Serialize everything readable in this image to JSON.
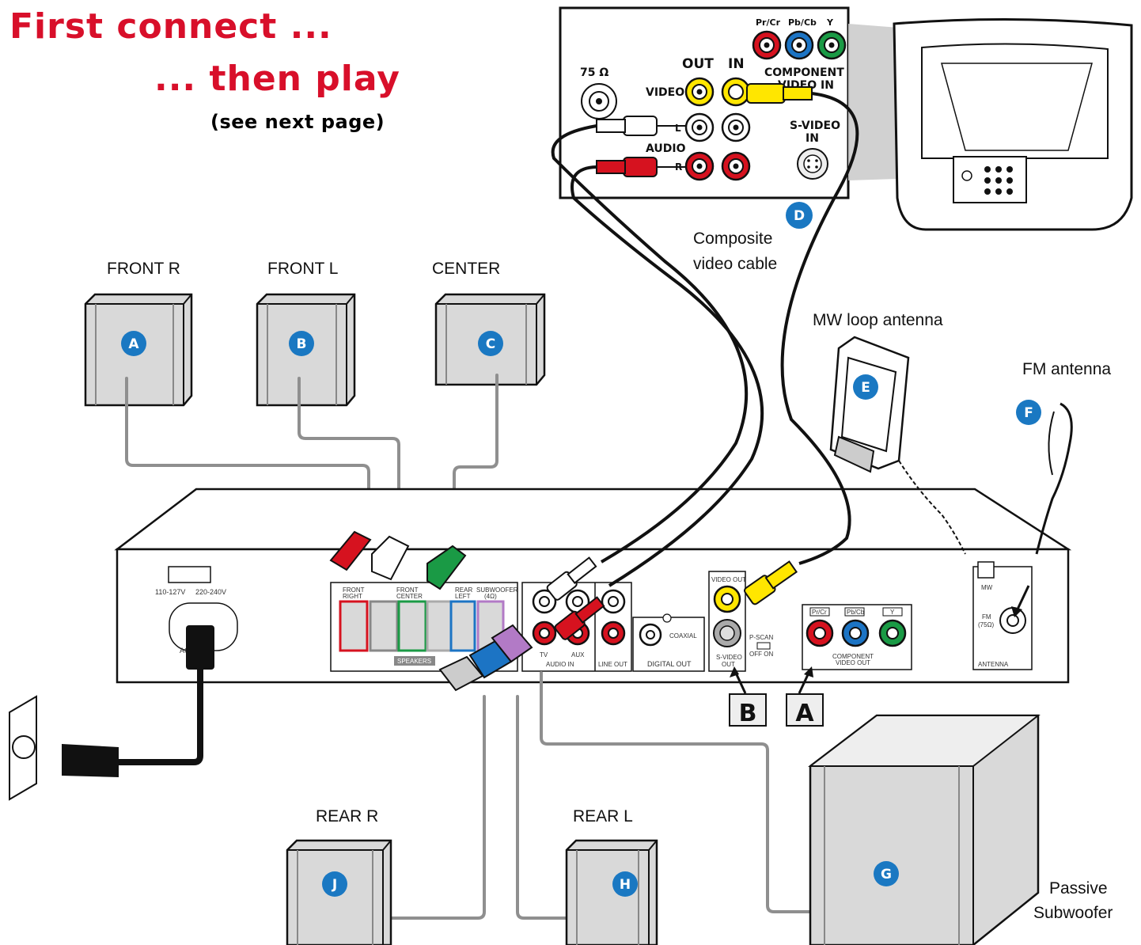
{
  "title": {
    "line1": "First connect ...",
    "line2": "... then play",
    "line3": "(see next page)"
  },
  "speakers": {
    "front_r": {
      "label": "FRONT R",
      "marker": "A"
    },
    "front_l": {
      "label": "FRONT L",
      "marker": "B"
    },
    "center": {
      "label": "CENTER",
      "marker": "C"
    },
    "rear_r": {
      "label": "REAR R",
      "marker": "J"
    },
    "rear_l": {
      "label": "REAR L",
      "marker": "H"
    },
    "subwoofer": {
      "label_line1": "Passive",
      "label_line2": "Subwoofer",
      "marker": "G"
    }
  },
  "cable": {
    "label_line1": "Composite",
    "label_line2": "video cable",
    "marker": "D"
  },
  "antennas": {
    "mw": {
      "label": "MW loop antenna",
      "marker": "E"
    },
    "fm": {
      "label": "FM antenna",
      "marker": "F"
    }
  },
  "tv_panel": {
    "ohm": "75 Ω",
    "out": "OUT",
    "in": "IN",
    "video": "VIDEO",
    "audio": "AUDIO",
    "l": "L",
    "r": "R",
    "component_line1": "COMPONENT",
    "component_line2": "VIDEO IN",
    "svideo_line1": "S-VIDEO",
    "svideo_line2": "IN",
    "pr": "Pr/Cr",
    "pb": "Pb/Cb",
    "y": "Y"
  },
  "unit": {
    "voltage_left": "110-127V",
    "voltage_right": "220-240V",
    "ac_mains": "AC MAINS~",
    "speakers_label": "SPEAKERS",
    "front_right_1": "FRONT",
    "front_right_2": "RIGHT",
    "front_center_1": "FRONT",
    "front_center_2": "CENTER",
    "rear_left_1": "REAR",
    "rear_left_2": "LEFT",
    "subwoofer_1": "SUBWOOFER",
    "subwoofer_2": "(4Ω)",
    "tv": "TV",
    "aux": "AUX",
    "audio_in": "AUDIO IN",
    "line_out": "LINE OUT",
    "coaxial": "COAXIAL",
    "digital_out": "DIGITAL OUT",
    "video_out": "VIDEO OUT",
    "svideo_out_1": "S-VIDEO",
    "svideo_out_2": "OUT",
    "pscan": "P-SCAN",
    "off_on": "OFF  ON",
    "pr": "Pr/Cr",
    "pb": "Pb/Cb",
    "y": "Y",
    "component_1": "COMPONENT",
    "component_2": "VIDEO OUT",
    "mw": "MW",
    "fm_1": "FM",
    "fm_2": "(75Ω)",
    "antenna": "ANTENNA"
  },
  "connectors": {
    "b": "B",
    "a": "A"
  },
  "colors": {
    "title_red": "#d80f2a",
    "marker_blue": "#1a78c2",
    "cable_grey": "#8f8f8f",
    "yellow": "#ffe600",
    "red": "#d6121f",
    "blue": "#1c74c4",
    "green": "#1a9a45",
    "purple": "#b27ac6"
  }
}
